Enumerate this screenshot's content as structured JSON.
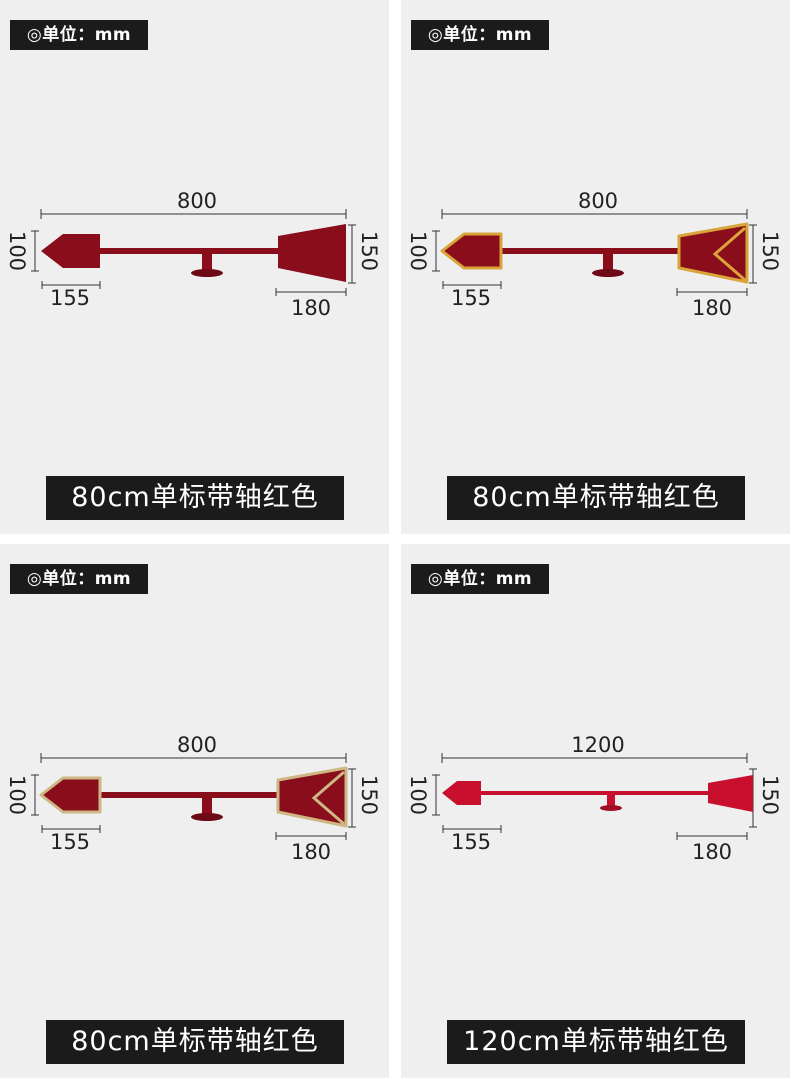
{
  "panels": [
    {
      "unit_label": "◎单位：mm",
      "total_length": "800",
      "left_height": "100",
      "left_width": "155",
      "right_height": "150",
      "right_width": "180",
      "caption": "80cm单标带轴红色",
      "flag_color": "#8a0d1b",
      "trim_color": "none"
    },
    {
      "unit_label": "◎单位：mm",
      "total_length": "800",
      "left_height": "100",
      "left_width": "155",
      "right_height": "150",
      "right_width": "180",
      "caption": "80cm单标带轴红色",
      "flag_color": "#8a0d1b",
      "trim_color": "#d9a53a"
    },
    {
      "unit_label": "◎单位：mm",
      "total_length": "800",
      "left_height": "100",
      "left_width": "155",
      "right_height": "150",
      "right_width": "180",
      "caption": "80cm单标带轴红色",
      "flag_color": "#8a0d1b",
      "trim_color": "#cdb784"
    },
    {
      "unit_label": "◎单位：mm",
      "total_length": "1200",
      "left_height": "100",
      "left_width": "155",
      "right_height": "150",
      "right_width": "180",
      "caption": "120cm单标带轴红色",
      "flag_color": "#c8102e",
      "trim_color": "none"
    }
  ]
}
